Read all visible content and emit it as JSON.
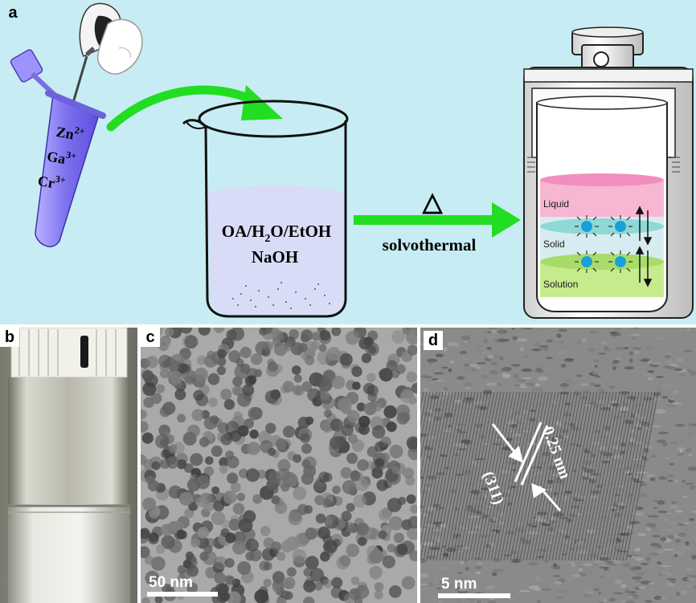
{
  "panel_a": {
    "letter": "a",
    "ions": [
      "Zn",
      "Ga",
      "Cr"
    ],
    "charges": [
      "2+",
      "3+",
      "3+"
    ],
    "beaker_text": {
      "line1_pre": "OA/H",
      "line1_sub": "2",
      "line1_post": "O/EtOH",
      "line2": "NaOH"
    },
    "heat_symbol": "△",
    "process_label": "solvothermal",
    "layers": [
      "Liquid",
      "Solid",
      "Solution"
    ]
  },
  "panel_b": {
    "letter": "b"
  },
  "panel_c": {
    "letter": "c",
    "scale_label": "50 nm"
  },
  "panel_d": {
    "letter": "d",
    "scale_label": "5 nm",
    "spacing_label": "0.25 nm",
    "plane_label": "(311)"
  },
  "colors": {
    "background": "#c8ecf3",
    "arrow": "#22dd22",
    "tube": "#8a7ff0",
    "beaker_liquid": "#d8dcf6",
    "liquid_layer": "#f7b6d2",
    "solid_layer": "#8fd8d6",
    "solution_layer": "#b5e07a"
  }
}
